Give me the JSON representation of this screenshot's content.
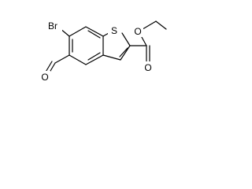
{
  "molecule": {
    "atoms": {
      "bromine": "Br",
      "sulfur": "S",
      "ester_carbonyl_oxygen": "O",
      "ester_ether_oxygen": "O",
      "aldehyde_oxygen": "O"
    }
  }
}
